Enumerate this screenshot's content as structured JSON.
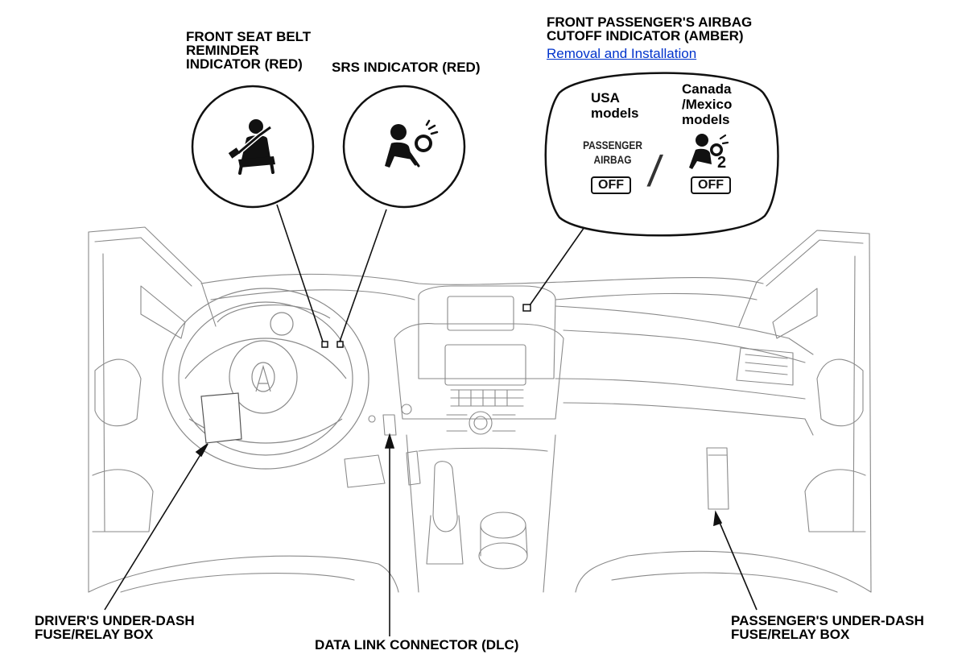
{
  "labels": {
    "seat_belt": "FRONT SEAT BELT\nREMINDER\nINDICATOR (RED)",
    "srs": "SRS INDICATOR (RED)",
    "airbag_cutoff": "FRONT PASSENGER'S AIRBAG\nCUTOFF INDICATOR (AMBER)",
    "removal_link": "Removal and Installation",
    "driver_fuse": "DRIVER'S UNDER-DASH\nFUSE/RELAY BOX",
    "dlc": "DATA LINK CONNECTOR (DLC)",
    "passenger_fuse": "PASSENGER'S UNDER-DASH\nFUSE/RELAY BOX"
  },
  "cutoff_callout": {
    "usa_label": "USA\nmodels",
    "canada_label": "Canada\n/Mexico\nmodels",
    "passenger_airbag_text": "PASSENGER\nAIRBAG",
    "off_text": "OFF",
    "separator": "/",
    "seat_number": "2"
  },
  "icons": [
    "seat-belt-icon",
    "srs-airbag-icon",
    "passenger-airbag-icon"
  ],
  "colors": {
    "line": "#111111",
    "sketch": "#8a8a8a",
    "link": "#0033cc"
  }
}
